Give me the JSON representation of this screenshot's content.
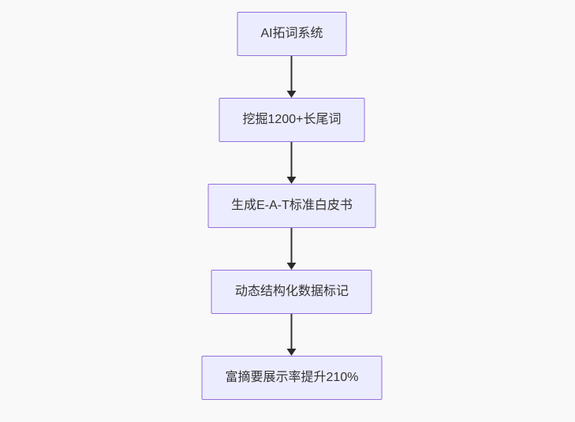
{
  "flowchart": {
    "title": "SEO AI flowchart",
    "nodes": [
      {
        "id": "step-1",
        "label": "AI拓词系统"
      },
      {
        "id": "step-2",
        "label": "挖掘1200+长尾词"
      },
      {
        "id": "step-3",
        "label": "生成E-A-T标准白皮书"
      },
      {
        "id": "step-4",
        "label": "动态结构化数据标记"
      },
      {
        "id": "step-5",
        "label": "富摘要展示率提升210%"
      }
    ],
    "edges": [
      {
        "from": "step-1",
        "to": "step-2"
      },
      {
        "from": "step-2",
        "to": "step-3"
      },
      {
        "from": "step-3",
        "to": "step-4"
      },
      {
        "from": "step-4",
        "to": "step-5"
      }
    ],
    "colors": {
      "node_fill": "#ececff",
      "node_border": "#9370db",
      "edge_line": "#333333",
      "text": "#333333",
      "background": "#f9f9f9"
    }
  }
}
